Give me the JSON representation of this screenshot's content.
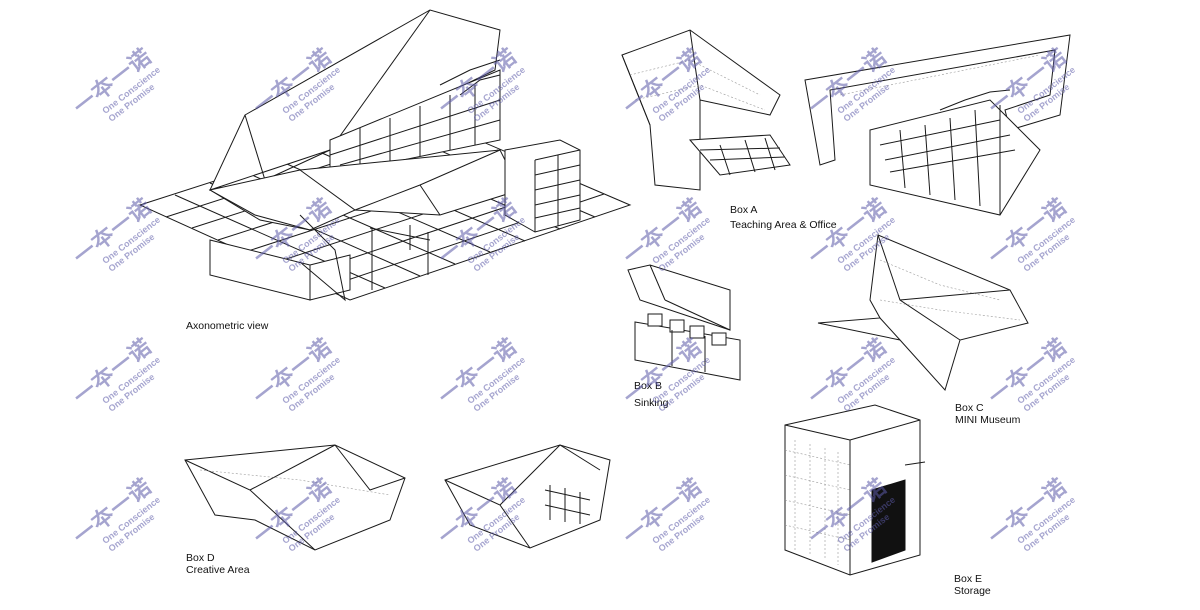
{
  "captions": {
    "axonometric": "Axonometric view",
    "box_a_title": "Box A",
    "box_a_sub": "Teaching Area & Office",
    "box_b_title": "Box B",
    "box_b_sub": "Sinking",
    "box_c_title": "Box C",
    "box_c_sub": "MINI Museum",
    "box_d_title": "Box D",
    "box_d_sub": "Creative Area",
    "box_e_title": "Box E",
    "box_e_sub": "Storage"
  },
  "watermark": {
    "logo_text": "一夲一诺",
    "line1": "One Conscience",
    "line2": "One Promise",
    "color": "#5c5aa8"
  }
}
